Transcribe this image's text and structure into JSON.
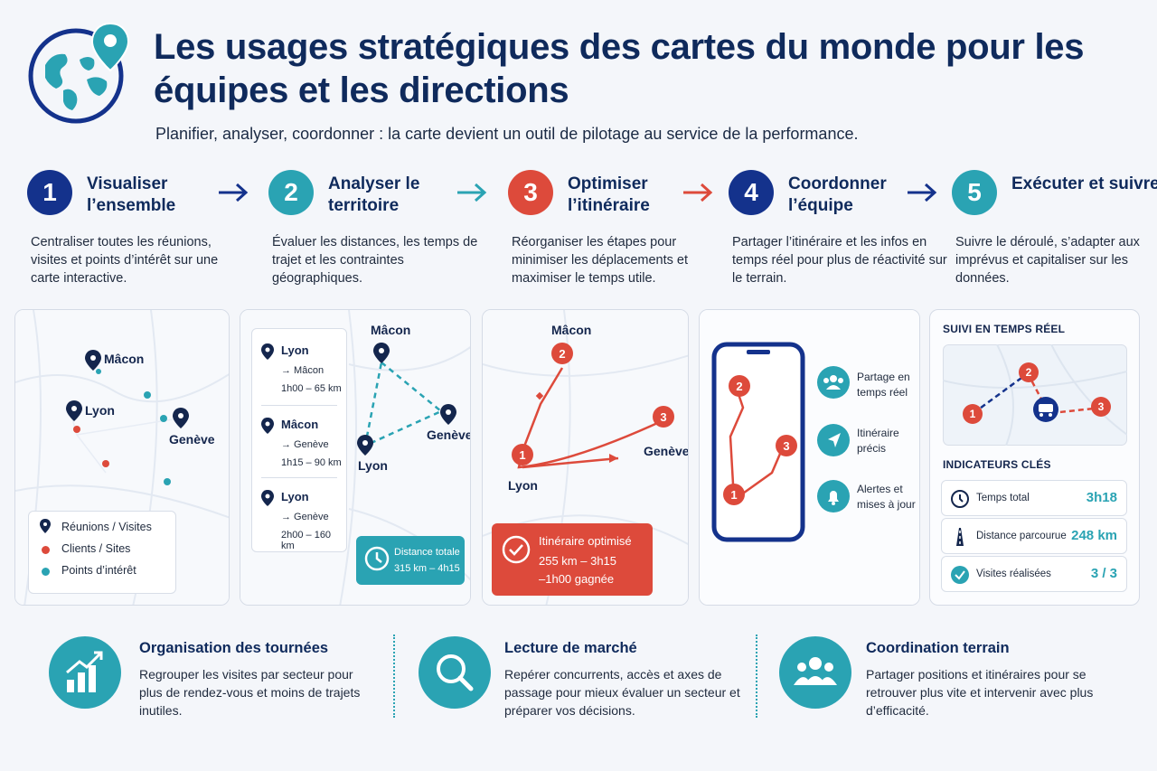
{
  "header": {
    "title": "Les usages stratégiques des cartes du monde pour les équipes et les directions",
    "subtitle": "Planifier, analyser, coordonner : la carte devient un outil de pilotage au service de la performance."
  },
  "colors": {
    "navy": "#14328c",
    "teal": "#2aa3b3",
    "red": "#dd4a3b"
  },
  "steps": [
    {
      "num": "1",
      "title": "Visualiser l’ensemble",
      "desc": "Centraliser toutes les réunions, visites et points d’intérêt sur une carte interactive.",
      "color": "#14328c"
    },
    {
      "num": "2",
      "title": "Analyser le territoire",
      "desc": "Évaluer les distances, les temps de trajet et les contraintes géographiques.",
      "color": "#2aa3b3"
    },
    {
      "num": "3",
      "title": "Optimiser l’itinéraire",
      "desc": "Réorganiser les étapes pour minimiser les déplacements et maximiser le temps utile.",
      "color": "#dd4a3b"
    },
    {
      "num": "4",
      "title": "Coordonner l’équipe",
      "desc": "Partager l’itinéraire et les infos en temps réel pour plus de réactivité sur le terrain.",
      "color": "#14328c"
    },
    {
      "num": "5",
      "title": "Exécuter et suivre",
      "desc": "Suivre le déroulé, s’adapter aux imprévus et capitaliser sur les données.",
      "color": "#2aa3b3"
    }
  ],
  "panel1": {
    "cities": {
      "macon": "Mâcon",
      "lyon": "Lyon",
      "geneve": "Genève"
    },
    "legend": [
      "Réunions / Visites",
      "Clients / Sites",
      "Points d’intérêt"
    ]
  },
  "panel2": {
    "trips": [
      {
        "city": "Lyon",
        "to": "→ Mâcon",
        "dur": "1h00 – 65 km"
      },
      {
        "city": "Mâcon",
        "to": "→ Genève",
        "dur": "1h15 – 90 km"
      },
      {
        "city": "Lyon",
        "to": "→ Genève",
        "dur": "2h00 – 160 km"
      }
    ],
    "cities": {
      "macon": "Mâcon",
      "lyon": "Lyon",
      "geneve": "Genève"
    },
    "distance_label": "Distance totale",
    "distance_value": "315 km – 4h15"
  },
  "panel3": {
    "cities": {
      "macon": "Mâcon",
      "lyon": "Lyon",
      "geneve": "Genève"
    },
    "stops": [
      "1",
      "2",
      "3"
    ],
    "opt_title": "Itinéraire optimisé",
    "opt_value": "255 km – 3h15",
    "opt_gain": "–1h00 gagnée"
  },
  "panel4": {
    "stops": [
      "1",
      "2",
      "3"
    ],
    "features": [
      "Partage en temps réel",
      "Itinéraire précis",
      "Alertes et mises à jour"
    ]
  },
  "panel5": {
    "live_title": "SUIVI EN TEMPS RÉEL",
    "stops": [
      "1",
      "2",
      "3"
    ],
    "kpi_title": "INDICATEURS CLÉS",
    "kpis": [
      {
        "label": "Temps total",
        "value": "3h18"
      },
      {
        "label": "Distance parcourue",
        "value": "248 km"
      },
      {
        "label": "Visites réalisées",
        "value": "3 / 3"
      }
    ]
  },
  "bottom": [
    {
      "title": "Organisation des tournées",
      "desc": "Regrouper les visites par secteur pour plus de rendez-vous et moins de trajets inutiles.",
      "icon": "chart-up-icon"
    },
    {
      "title": "Lecture de marché",
      "desc": "Repérer concurrents, accès et axes de passage pour mieux évaluer un secteur et préparer vos décisions.",
      "icon": "magnifier-icon"
    },
    {
      "title": "Coordination terrain",
      "desc": "Partager positions et itinéraires pour se retrouver plus vite et intervenir avec plus d’efficacité.",
      "icon": "team-icon"
    }
  ]
}
